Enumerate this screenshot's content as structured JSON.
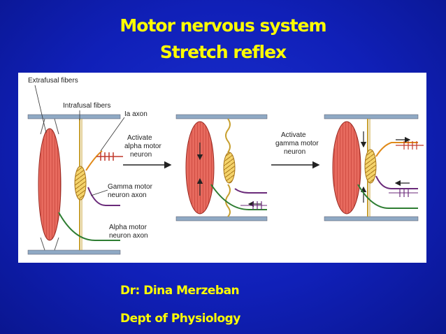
{
  "slide": {
    "title_line1": "Motor nervous system",
    "title_line2": "Stretch reflex",
    "author": "Dr: Dina Merzeban",
    "department": "Dept of Physiology"
  },
  "diagram": {
    "labels": {
      "extrafusal": "Extrafusal fibers",
      "intrafusal": "Intrafusal fibers",
      "ia_axon": "Ia axon",
      "activate_alpha_1": "Activate",
      "activate_alpha_2": "alpha motor",
      "activate_alpha_3": "neuron",
      "gamma_1": "Gamma motor",
      "gamma_2": "neuron axon",
      "alpha_1": "Alpha motor",
      "alpha_2": "neuron axon",
      "activate_gamma_1": "Activate",
      "activate_gamma_2": "gamma motor",
      "activate_gamma_3": "neuron"
    },
    "colors": {
      "muscle": "#d9534f",
      "spindle": "#f0c64a",
      "bar": "#8fa9c4",
      "ia_axon": "#e08a1a",
      "gamma_axon": "#6a2a7a",
      "alpha_axon": "#2e7d32"
    }
  }
}
